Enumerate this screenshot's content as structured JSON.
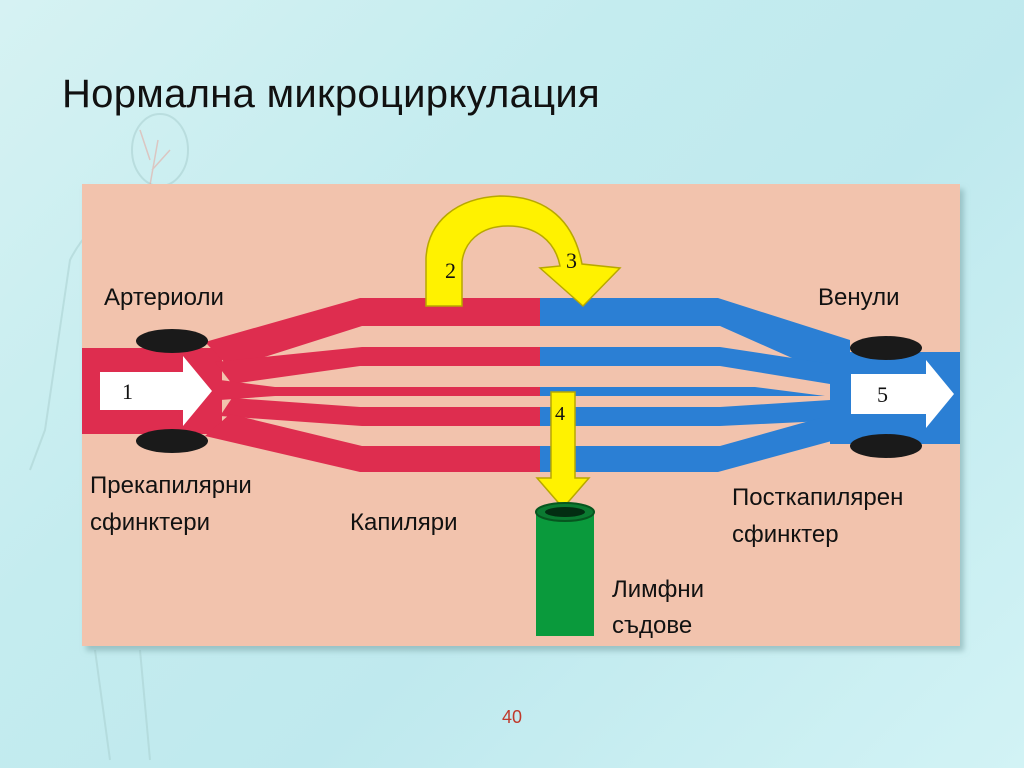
{
  "slide": {
    "title": "Нормална микроциркулация",
    "page_number": "40"
  },
  "diagram": {
    "labels": {
      "arterioles": "Артериоли",
      "venules": "Венули",
      "precap_line1": "Прекапилярни",
      "precap_line2": "сфинктери",
      "capillaries": "Капиляри",
      "postcap_line1": "Посткапилярен",
      "postcap_line2": "сфинктер",
      "lymph_line1": "Лимфни",
      "lymph_line2": "съдове"
    },
    "steps": [
      "1",
      "2",
      "3",
      "4",
      "5"
    ],
    "colors": {
      "panel": "#f2c3ad",
      "arterial": "#de2d4f",
      "venous": "#2b7fd4",
      "arrow_yellow": "#fff200",
      "lymph": "#0a9a3c",
      "sphincter": "#1a1a1a"
    }
  }
}
